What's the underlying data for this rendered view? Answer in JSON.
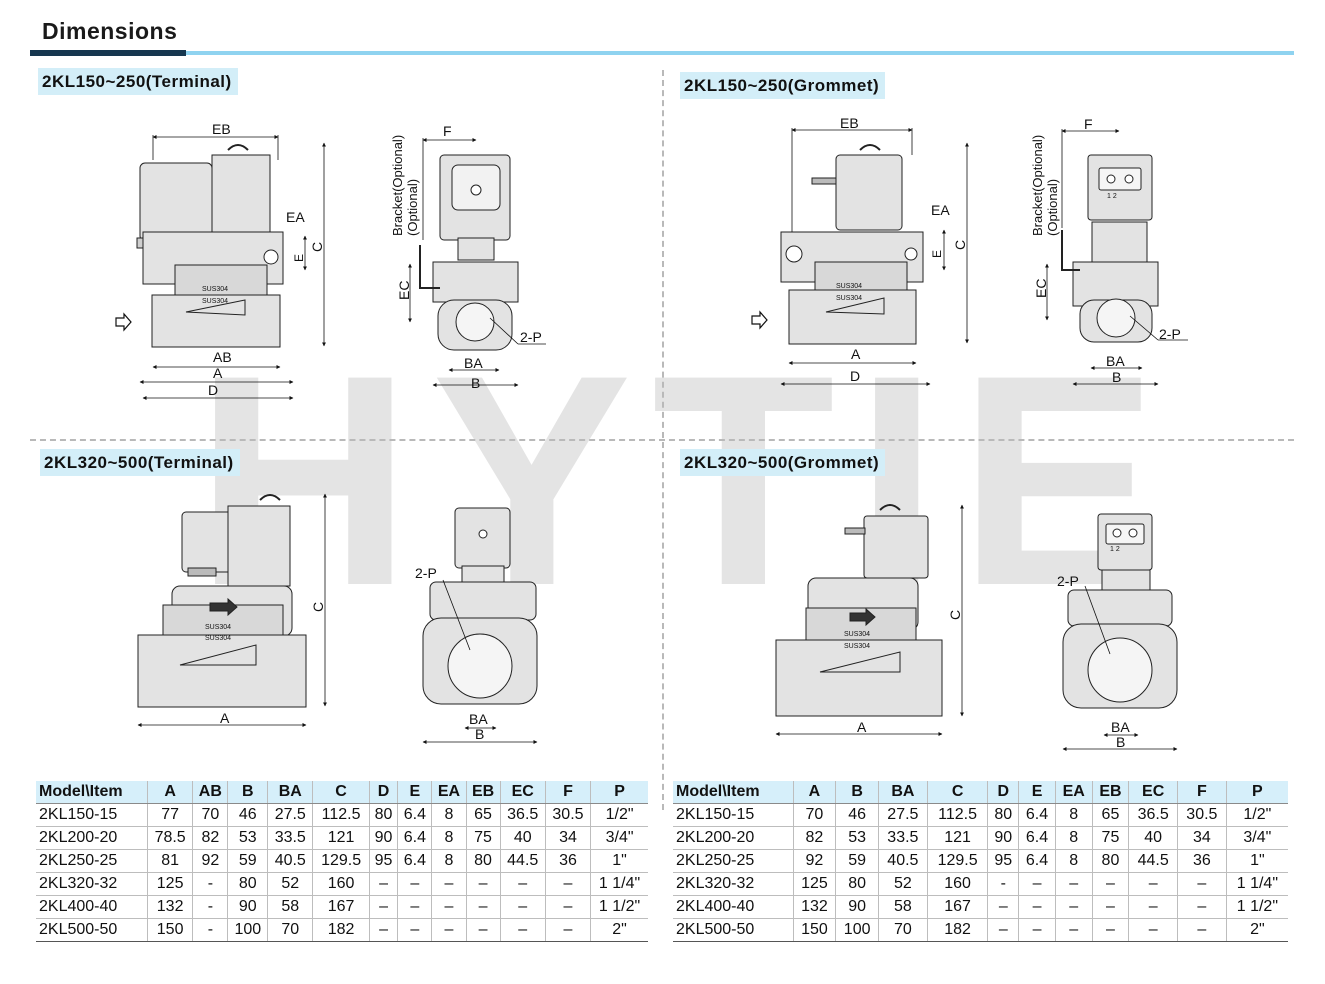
{
  "page": {
    "title": "Dimensions",
    "watermark": "HYTIE"
  },
  "sections": {
    "tl": "2KL150~250(Terminal)",
    "tr": "2KL150~250(Grommet)",
    "bl": "2KL320~500(Terminal)",
    "br": "2KL320~500(Grommet)"
  },
  "dim_labels": {
    "EB": "EB",
    "EA": "EA",
    "E": "E",
    "C": "C",
    "AB": "AB",
    "A": "A",
    "D": "D",
    "F": "F",
    "B": "B",
    "BA": "BA",
    "EC": "EC",
    "P2": "2-P",
    "bracket1": "Bracket(Optional)",
    "bracket2": "(Optional)",
    "sus": "SUS304",
    "pins": "1  2"
  },
  "table_terminal": {
    "headers": [
      "Model\\Item",
      "A",
      "AB",
      "B",
      "BA",
      "C",
      "D",
      "E",
      "EA",
      "EB",
      "EC",
      "F",
      "P"
    ],
    "rows": [
      [
        "2KL150-15",
        "77",
        "70",
        "46",
        "27.5",
        "112.5",
        "80",
        "6.4",
        "8",
        "65",
        "36.5",
        "30.5",
        "1/2\""
      ],
      [
        "2KL200-20",
        "78.5",
        "82",
        "53",
        "33.5",
        "121",
        "90",
        "6.4",
        "8",
        "75",
        "40",
        "34",
        "3/4\""
      ],
      [
        "2KL250-25",
        "81",
        "92",
        "59",
        "40.5",
        "129.5",
        "95",
        "6.4",
        "8",
        "80",
        "44.5",
        "36",
        "1\""
      ],
      [
        "2KL320-32",
        "125",
        "-",
        "80",
        "52",
        "160",
        "–",
        "–",
        "–",
        "–",
        "–",
        "–",
        "1 1/4\""
      ],
      [
        "2KL400-40",
        "132",
        "-",
        "90",
        "58",
        "167",
        "–",
        "–",
        "–",
        "–",
        "–",
        "–",
        "1 1/2\""
      ],
      [
        "2KL500-50",
        "150",
        "-",
        "100",
        "70",
        "182",
        "–",
        "–",
        "–",
        "–",
        "–",
        "–",
        "2\""
      ]
    ]
  },
  "table_grommet": {
    "headers": [
      "Model\\Item",
      "A",
      "B",
      "BA",
      "C",
      "D",
      "E",
      "EA",
      "EB",
      "EC",
      "F",
      "P"
    ],
    "rows": [
      [
        "2KL150-15",
        "70",
        "46",
        "27.5",
        "112.5",
        "80",
        "6.4",
        "8",
        "65",
        "36.5",
        "30.5",
        "1/2\""
      ],
      [
        "2KL200-20",
        "82",
        "53",
        "33.5",
        "121",
        "90",
        "6.4",
        "8",
        "75",
        "40",
        "34",
        "3/4\""
      ],
      [
        "2KL250-25",
        "92",
        "59",
        "40.5",
        "129.5",
        "95",
        "6.4",
        "8",
        "80",
        "44.5",
        "36",
        "1\""
      ],
      [
        "2KL320-32",
        "125",
        "80",
        "52",
        "160",
        "-",
        "–",
        "–",
        "–",
        "–",
        "–",
        "1 1/4\""
      ],
      [
        "2KL400-40",
        "132",
        "90",
        "58",
        "167",
        "–",
        "–",
        "–",
        "–",
        "–",
        "–",
        "1 1/2\""
      ],
      [
        "2KL500-50",
        "150",
        "100",
        "70",
        "182",
        "–",
        "–",
        "–",
        "–",
        "–",
        "–",
        "2\""
      ]
    ]
  }
}
